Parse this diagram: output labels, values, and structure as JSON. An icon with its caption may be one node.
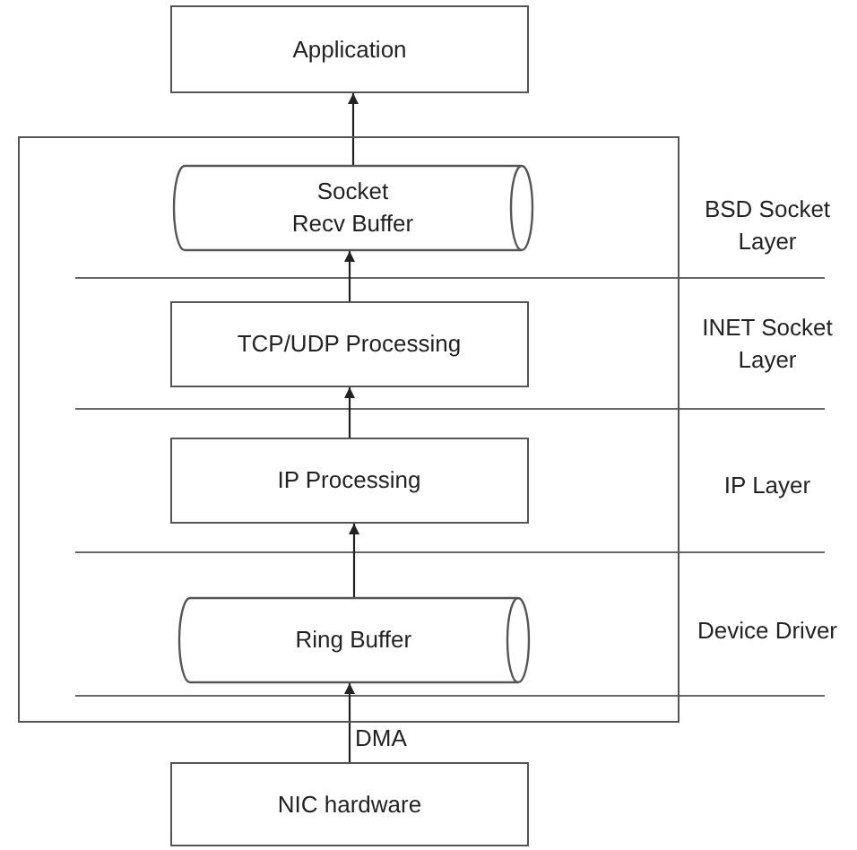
{
  "diagram": {
    "nodes": [
      {
        "text": [
          "Application"
        ]
      },
      {
        "text": [],
        "shape": "box"
      },
      {
        "text": [
          "Socket Recv Buffer"
        ],
        "in": 1
      },
      {
        "text": [
          "TCP/UDP Processing"
        ],
        "in": 1
      },
      {
        "text": [
          "IP Processing"
        ],
        "in": 1
      },
      {
        "text": [
          "Ring Buffer"
        ],
        "in": 1
      },
      {
        "text": [
          "NIC hardware"
        ]
      }
    ],
    "edges": [
      {
        "from": 2,
        "to": 0,
        "arrow": "to"
      },
      {
        "from": 3,
        "to": 2,
        "arrow": "to"
      },
      {
        "from": 4,
        "to": 3,
        "arrow": "to"
      },
      {
        "from": 5,
        "to": 4,
        "arrow": "to"
      },
      {
        "from": 6,
        "to": 5,
        "arrow": "to",
        "label": "DMA"
      }
    ],
    "labels": [
      "BSD Socket Layer",
      "INET Socket Layer",
      "IP Layer",
      "Device Driver"
    ]
  }
}
